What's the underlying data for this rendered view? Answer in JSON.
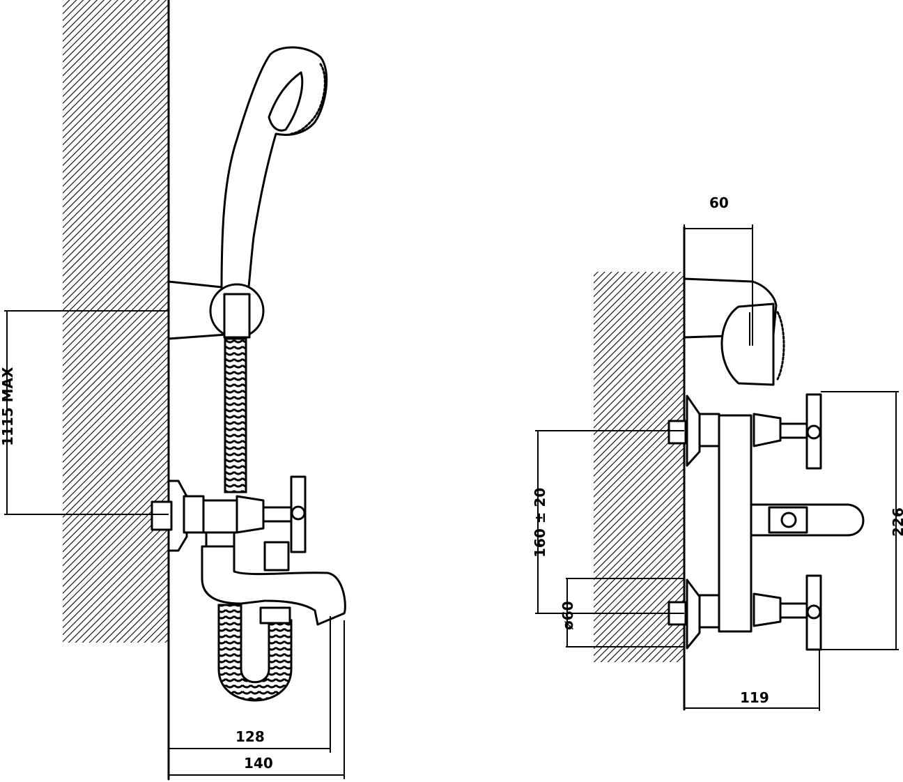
{
  "drawing": {
    "side_view": {
      "dim_height": "1115 MAX",
      "dim_projection_spout": "128",
      "dim_projection_total": "140"
    },
    "front_view": {
      "dim_shower_projection": "60",
      "dim_centers": "160 ± 20",
      "dim_inlet_diameter": "ø60",
      "dim_overall_height": "226",
      "dim_width": "119"
    }
  }
}
